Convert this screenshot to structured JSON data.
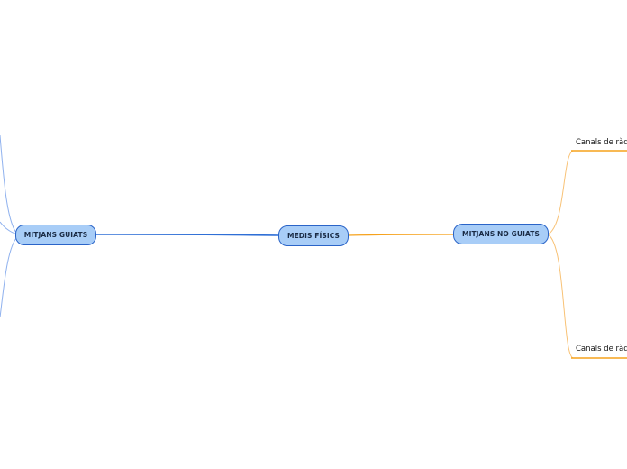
{
  "mindmap": {
    "central": {
      "label": "MEDIS FÍSICS"
    },
    "left_branch": {
      "label": "MITJANS GUIATS"
    },
    "right_branch": {
      "label": "MITJANS NO GUIATS"
    },
    "right_children": [
      {
        "label": "Canals de ràd"
      },
      {
        "label": "Canals de ràd"
      }
    ]
  },
  "colors": {
    "node_fill": "#a8cdf7",
    "node_border": "#2a64c8",
    "left_link": "#2f6fd6",
    "left_sub_link": "#8fb1ee",
    "right_link": "#f6a21c",
    "right_sub_link": "#f8c276"
  }
}
